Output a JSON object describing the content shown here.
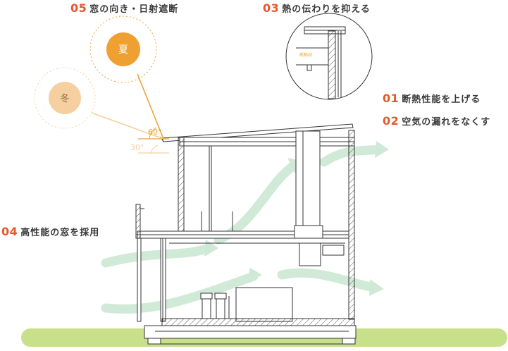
{
  "labels": {
    "l05": {
      "num": "05",
      "text": "窓の向き・日射遮断"
    },
    "l03": {
      "num": "03",
      "text": "熱の伝わりを抑える"
    },
    "l01": {
      "num": "01",
      "text": "断熱性能を上げる"
    },
    "l02": {
      "num": "02",
      "text": "空気の漏れをなくす"
    },
    "l04": {
      "num": "04",
      "text": "高性能の窓を採用"
    }
  },
  "sun": {
    "summer": "夏",
    "winter": "冬",
    "angle_summer": "60°",
    "angle_winter": "30°"
  },
  "detail03_material": "断熱材",
  "colors": {
    "accent": "#e8552e",
    "summer_sun": "#f0a030",
    "winter_sun": "#f6cfa0",
    "airflow": "#cfe9d6",
    "grass": "#c8e08a",
    "tree": "#b6d868",
    "drawing": "#333333"
  }
}
